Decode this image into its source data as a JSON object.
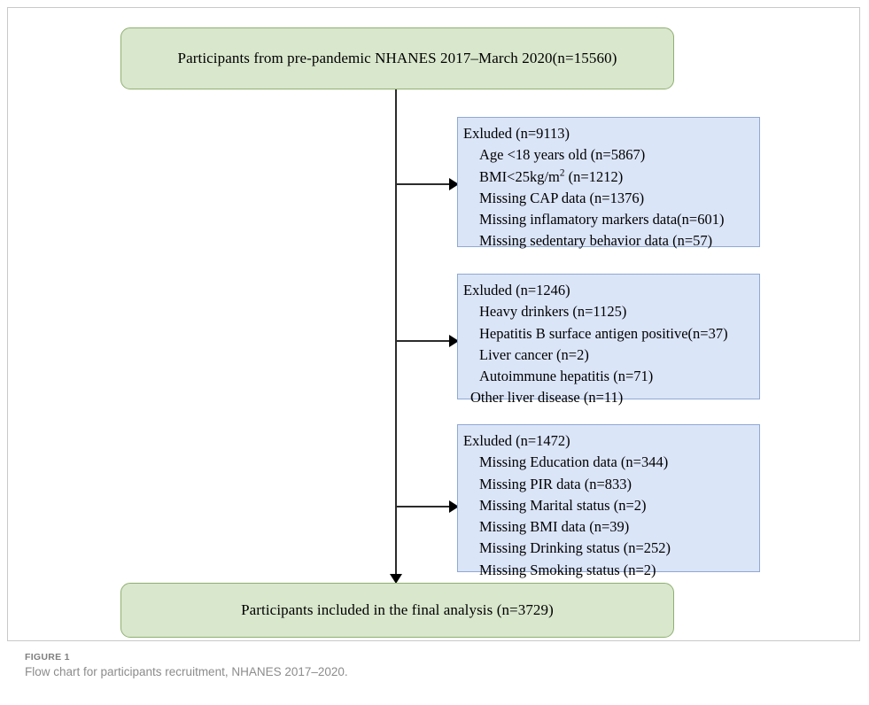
{
  "figure": {
    "label": "FIGURE 1",
    "caption": "Flow chart for participants recruitment, NHANES 2017–2020."
  },
  "colors": {
    "green_fill": "#d9e7cd",
    "green_border": "#8fb070",
    "blue_fill": "#dbe5f8",
    "blue_border": "#8fa8d4",
    "connector": "#2b2b2b",
    "caption_text": "#8c8c8c",
    "frame_border": "#c9c9c9"
  },
  "flow": {
    "start_box": {
      "text": "Participants from pre-pandemic NHANES  2017–March 2020(n=15560)"
    },
    "end_box": {
      "text": "Participants included in the final analysis (n=3729)"
    },
    "exclusion_boxes": [
      {
        "heading": "Exluded (n=9113)",
        "items": [
          {
            "text_before": "Age <18 years old (n=5867)",
            "sup": "",
            "text_after": "",
            "indent": "normal"
          },
          {
            "text_before": "BMI<25kg/m",
            "sup": "2",
            "text_after": " (n=1212)",
            "indent": "normal"
          },
          {
            "text_before": "Missing CAP data (n=1376)",
            "sup": "",
            "text_after": "",
            "indent": "normal"
          },
          {
            "text_before": "Missing inflamatory markers data(n=601)",
            "sup": "",
            "text_after": "",
            "indent": "normal"
          },
          {
            "text_before": "Missing sedentary behavior data (n=57)",
            "sup": "",
            "text_after": "",
            "indent": "normal"
          }
        ]
      },
      {
        "heading": "Exluded (n=1246)",
        "items": [
          {
            "text_before": "Heavy drinkers (n=1125)",
            "sup": "",
            "text_after": "",
            "indent": "normal"
          },
          {
            "text_before": "Hepatitis B surface antigen positive(n=37)",
            "sup": "",
            "text_after": "",
            "indent": "normal"
          },
          {
            "text_before": "Liver cancer (n=2)",
            "sup": "",
            "text_after": "",
            "indent": "normal"
          },
          {
            "text_before": "Autoimmune hepatitis (n=71)",
            "sup": "",
            "text_after": "",
            "indent": "normal"
          },
          {
            "text_before": "Other liver disease (n=11)",
            "sup": "",
            "text_after": "",
            "indent": "tight"
          }
        ]
      },
      {
        "heading": "Exluded (n=1472)",
        "items": [
          {
            "text_before": "Missing Education data (n=344)",
            "sup": "",
            "text_after": "",
            "indent": "normal"
          },
          {
            "text_before": "Missing PIR data (n=833)",
            "sup": "",
            "text_after": "",
            "indent": "normal"
          },
          {
            "text_before": "Missing Marital status (n=2)",
            "sup": "",
            "text_after": "",
            "indent": "normal"
          },
          {
            "text_before": "Missing BMI data (n=39)",
            "sup": "",
            "text_after": "",
            "indent": "normal"
          },
          {
            "text_before": "Missing Drinking status (n=252)",
            "sup": "",
            "text_after": "",
            "indent": "normal"
          },
          {
            "text_before": "Missing Smoking status (n=2)",
            "sup": "",
            "text_after": "",
            "indent": "normal"
          }
        ]
      }
    ]
  }
}
